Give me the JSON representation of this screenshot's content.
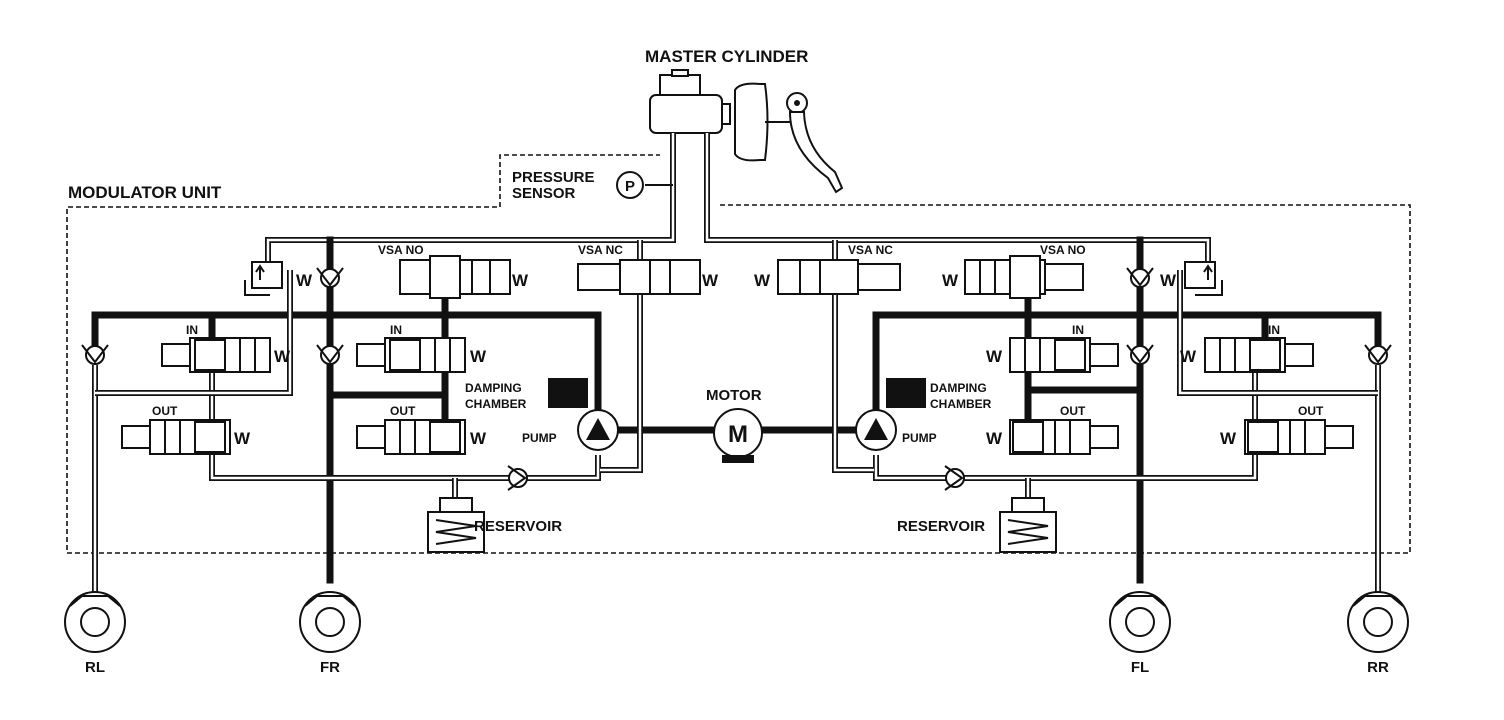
{
  "labels": {
    "master_cylinder": "MASTER CYLINDER",
    "modulator_unit": "MODULATOR UNIT",
    "pressure_sensor_1": "PRESSURE",
    "pressure_sensor_2": "SENSOR",
    "pressure_symbol": "P",
    "vsa_no_left": "VSA NO",
    "vsa_nc_left": "VSA NC",
    "vsa_nc_right": "VSA NC",
    "vsa_no_right": "VSA NO",
    "in": "IN",
    "out": "OUT",
    "damping_1": "DAMPING",
    "damping_2": "CHAMBER",
    "pump": "PUMP",
    "motor": "MOTOR",
    "motor_symbol": "M",
    "reservoir": "RESERVOIR",
    "spring": "W"
  },
  "wheels": [
    "RL",
    "FR",
    "FL",
    "RR"
  ]
}
